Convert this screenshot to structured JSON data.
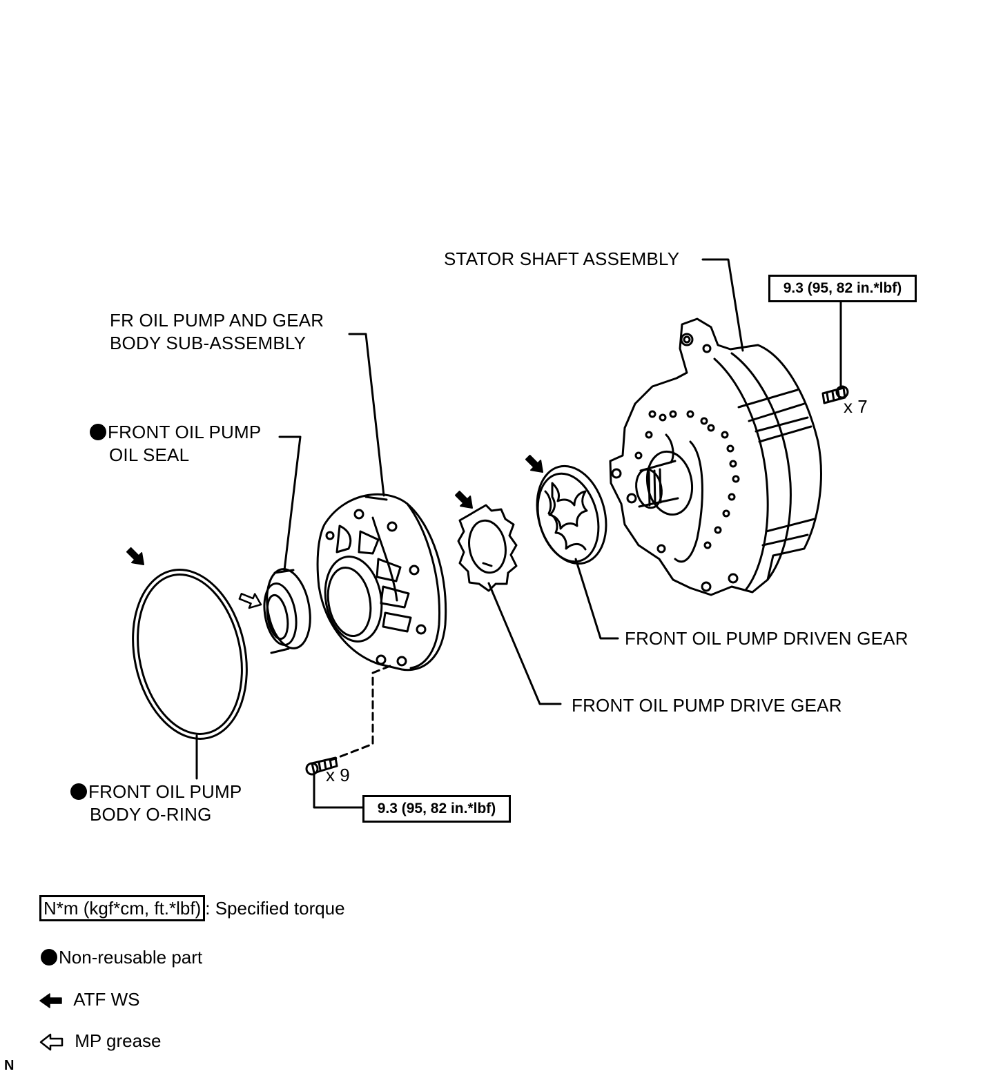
{
  "labels": {
    "stator_shaft": "STATOR SHAFT ASSEMBLY",
    "fr_pump_body_line1": "FR OIL PUMP AND GEAR",
    "fr_pump_body_line2": "BODY SUB-ASSEMBLY",
    "oil_seal_line1": "FRONT OIL PUMP",
    "oil_seal_line2": "OIL SEAL",
    "driven_gear": "FRONT OIL PUMP DRIVEN GEAR",
    "drive_gear": "FRONT OIL PUMP DRIVE GEAR",
    "o_ring_line1": "FRONT OIL PUMP",
    "o_ring_line2": "BODY O-RING"
  },
  "torque": {
    "stator_bolts": "9.3 (95, 82 in.*lbf)",
    "body_bolts": "9.3 (95, 82 in.*lbf)"
  },
  "quantities": {
    "stator_bolts": "x 7",
    "body_bolts": "x 9"
  },
  "legend": {
    "torque_box": "N*m (kgf*cm, ft.*lbf)",
    "torque_text": ": Specified torque",
    "non_reusable": "Non-reusable part",
    "atf": "ATF WS",
    "grease": "MP grease"
  },
  "figure_code": "N"
}
